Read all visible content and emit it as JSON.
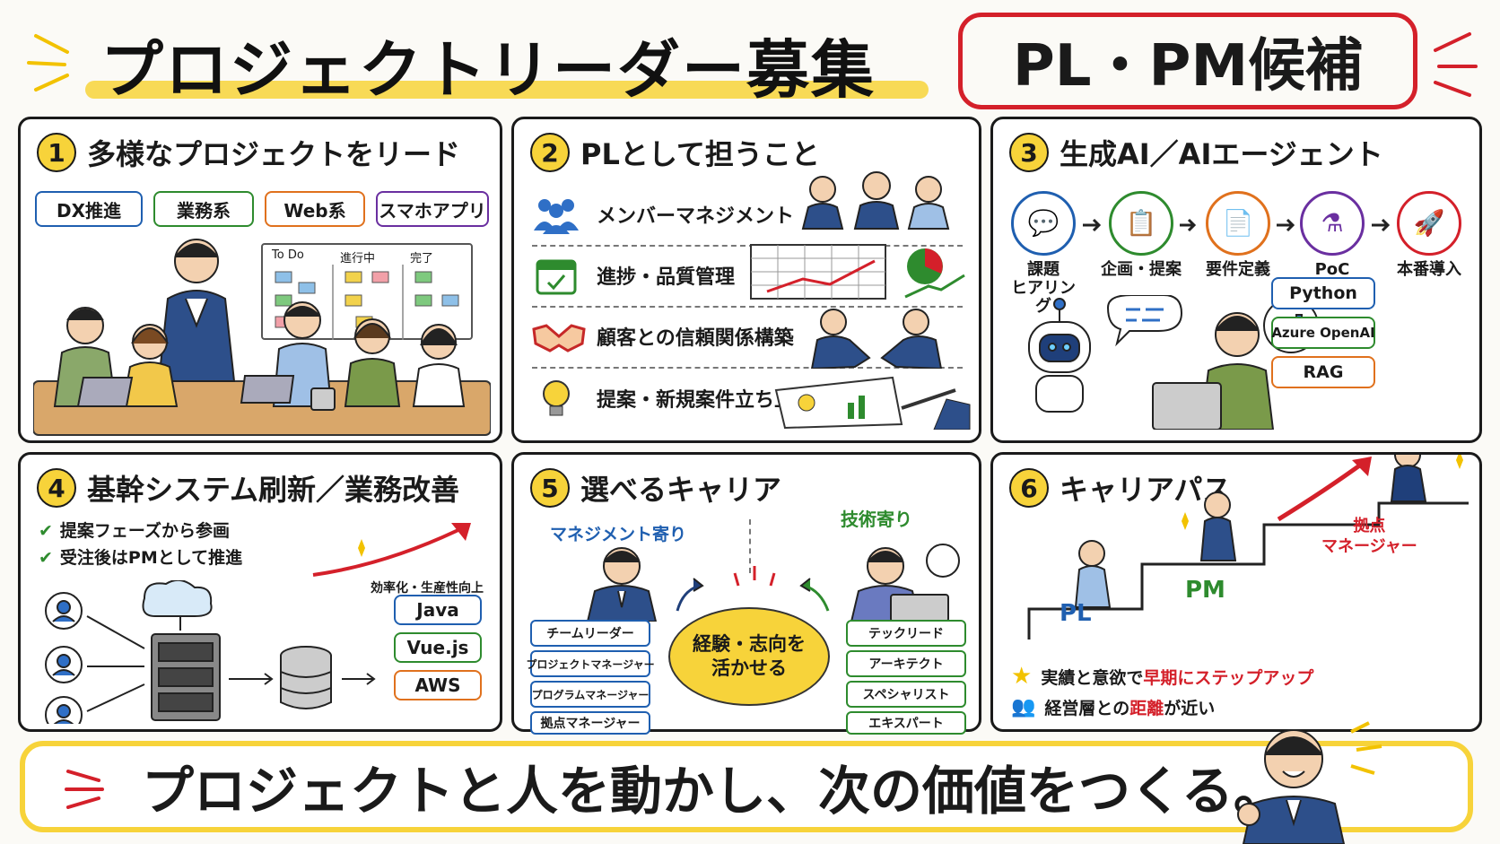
{
  "header": {
    "title": "プロジェクトリーダー募集",
    "badge": "PL・PM候補"
  },
  "panels": [
    {
      "num": "1",
      "title": "多様なプロジェクトをリード",
      "tags": [
        "DX推進",
        "業務系",
        "Web系",
        "スマホアプリ"
      ],
      "kanban": [
        "To Do",
        "進行中",
        "完了"
      ]
    },
    {
      "num": "2",
      "title": "PLとして担うこと",
      "items": [
        "メンバーマネジメント",
        "進捗・品質管理",
        "顧客との信頼関係構築",
        "提案・新規案件立ち上げ"
      ]
    },
    {
      "num": "3",
      "title": "生成AI／AIエージェント",
      "flow": [
        {
          "label": "課題\nヒアリング",
          "icon": "chat-icon",
          "color": "#1f5fb0"
        },
        {
          "label": "企画・提案",
          "icon": "clipboard-icon",
          "color": "#2e8b2e"
        },
        {
          "label": "要件定義",
          "icon": "document-search-icon",
          "color": "#e0711d"
        },
        {
          "label": "PoC",
          "icon": "flask-icon",
          "color": "#6a2fa0"
        },
        {
          "label": "本番導入",
          "icon": "rocket-icon",
          "color": "#d4202a"
        }
      ],
      "tech": [
        "Python",
        "Azure OpenAI",
        "RAG"
      ]
    },
    {
      "num": "4",
      "title": "基幹システム刷新／業務改善",
      "checks": [
        "提案フェーズから参画",
        "受注後はPMとして推進"
      ],
      "arrow_label": "効率化・生産性向上",
      "tech": [
        "Java",
        "Vue.js",
        "AWS"
      ]
    },
    {
      "num": "5",
      "title": "選べるキャリア",
      "left_title": "マネジメント寄り",
      "right_title": "技術寄り",
      "left_roles": [
        "チームリーダー",
        "プロジェクトマネージャー",
        "プログラムマネージャー",
        "拠点マネージャー"
      ],
      "right_roles": [
        "テックリード",
        "アーキテクト",
        "スペシャリスト",
        "エキスパート"
      ],
      "center": "経験・志向を\n活かせる"
    },
    {
      "num": "6",
      "title": "キャリアパス",
      "levels": [
        "PL",
        "PM",
        "拠点\nマネージャー"
      ],
      "points": [
        {
          "pre": "実績と意欲で",
          "hl": "早期にステップアップ",
          "post": ""
        },
        {
          "pre": "経営層との",
          "hl": "距離",
          "post": "が近い"
        }
      ]
    }
  ],
  "slogan": "プロジェクトと人を動かし、次の価値をつくる。"
}
